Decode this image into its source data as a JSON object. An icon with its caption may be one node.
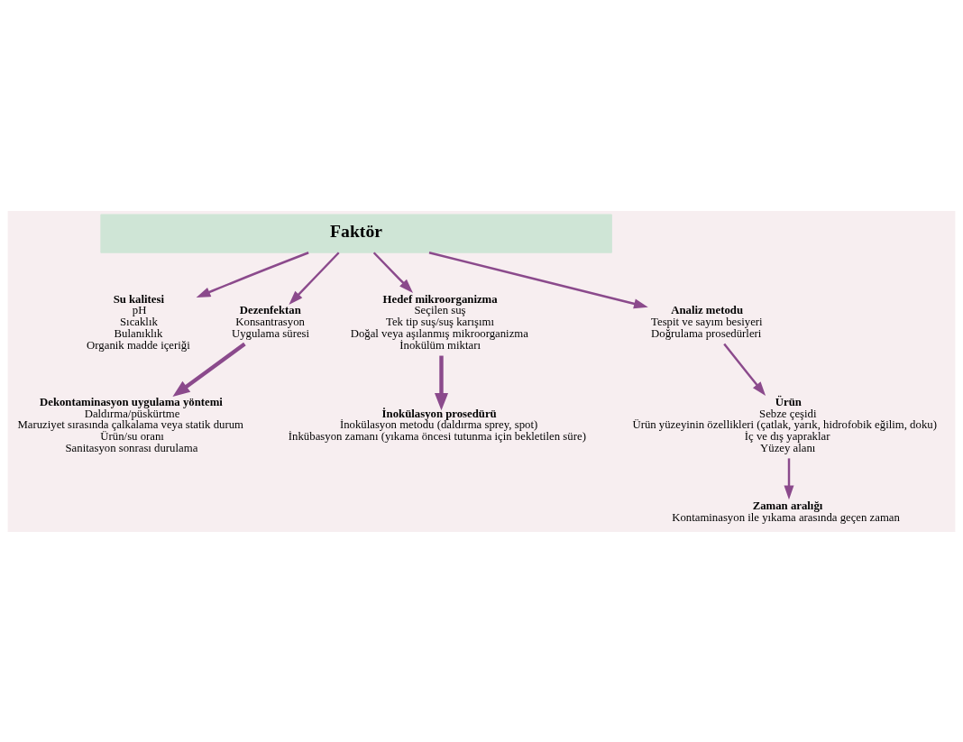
{
  "diagram": {
    "nodes": [
      {
        "text": [
          "Faktör"
        ]
      },
      {
        "text": [
          "Su kalitesi",
          "pH",
          "Sıcaklık",
          "Bulanıklık",
          "Organik madde içeriği"
        ]
      },
      {
        "text": [
          "Dezenfektan",
          "Konsantrasyon",
          "Uygulama süresi"
        ]
      },
      {
        "text": [
          "Hedef mikroorganizma",
          "Seçilen suş",
          "Tek tip suş/suş karışımı",
          "Doğal veya aşılanmış mikroorganizma",
          "İnokülüm miktarı"
        ]
      },
      {
        "text": [
          "Analiz metodu",
          "Tespit ve sayım besiyeri",
          "Doğrulama prosedürleri"
        ]
      },
      {
        "text": [
          "Ürün",
          "Sebze çeşidi",
          "Ürün yüzeyinin özellikleri (çatlak, yarık, hidrofobik eğilim, doku)",
          "İç ve dış yapraklar",
          "Yüzey alanı"
        ]
      },
      {
        "text": [
          "Dekontaminasyon uygulama yöntemi",
          "Daldırma/püskürtme",
          "Maruziyet sırasında çalkalama veya statik durum",
          "Ürün/su oranı",
          "Sanitasyon sonrası durulama"
        ]
      },
      {
        "text": [
          "İnokülasyon prosedürü",
          "İnokülasyon metodu (daldırma sprey, spot)",
          "İnkübasyon zamanı (yıkama öncesi tutunma için bekletilen süre)"
        ]
      },
      {
        "text": [
          "Zaman aralığı",
          "Kontaminasyon ile yıkama arasında geçen zaman"
        ]
      }
    ],
    "edges": [
      {
        "from": 0,
        "to": 1,
        "arrow": "to"
      },
      {
        "from": 0,
        "to": 2,
        "arrow": "to"
      },
      {
        "from": 0,
        "to": 3,
        "arrow": "to"
      },
      {
        "from": 0,
        "to": 4,
        "arrow": "to"
      },
      {
        "from": 2,
        "to": 6,
        "arrow": "to",
        "style": "thick"
      },
      {
        "from": 3,
        "to": 7,
        "arrow": "to",
        "style": "thick"
      },
      {
        "from": 4,
        "to": 5,
        "arrow": "to"
      },
      {
        "from": 5,
        "to": 8,
        "arrow": "to"
      }
    ]
  }
}
